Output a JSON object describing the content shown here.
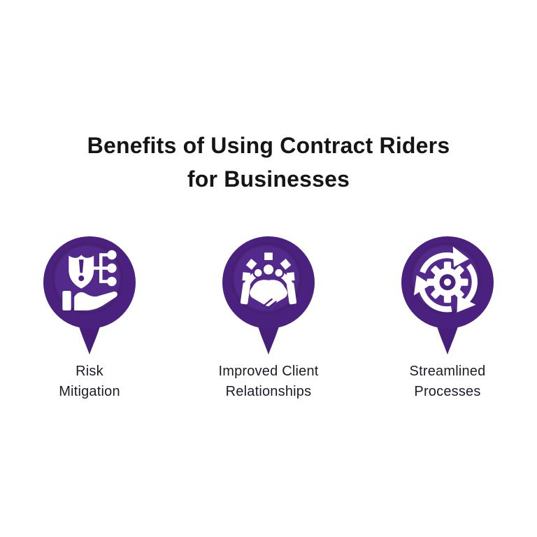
{
  "title": {
    "text": "Benefits of Using Contract Riders for Businesses",
    "lines": [
      "Benefits of Using Contract Riders",
      "for Businesses"
    ]
  },
  "items": [
    {
      "label": "Risk Mitigation",
      "label_lines": [
        "Risk",
        "Mitigation"
      ],
      "icon": "shield-alert-hand-icon"
    },
    {
      "label": "Improved Client Relationships",
      "label_lines": [
        "Improved Client",
        "Relationships"
      ],
      "icon": "handshake-gear-icon"
    },
    {
      "label": "Streamlined Processes",
      "label_lines": [
        "Streamlined",
        "Processes"
      ],
      "icon": "gear-cycle-arrows-icon"
    }
  ],
  "colors": {
    "background": "#ffffff",
    "pin_purple": "#4b2180",
    "pin_inner": "#532a8c",
    "pin_ring": "#45206f",
    "pin_tail": "#471f78",
    "icon_foreground": "#ffffff",
    "title_text": "#151418",
    "label_text": "#1e1b26"
  }
}
